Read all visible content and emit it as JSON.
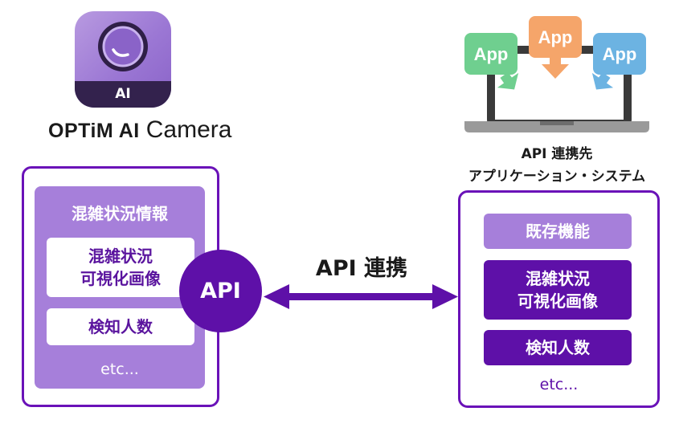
{
  "left": {
    "app_icon_label": "AI",
    "brand_name": "OPTiM AI",
    "brand_suffix": "Camera",
    "panel_title": "混雑状況情報",
    "item1_line1": "混雑状況",
    "item1_line2": "可視化画像",
    "item2": "検知人数",
    "etc": "etc..."
  },
  "center": {
    "api_label": "API",
    "link_label": "API 連携"
  },
  "right": {
    "app_labels": [
      "App",
      "App",
      "App"
    ],
    "app_colors": [
      "#6fcf8f",
      "#f5a56a",
      "#6cb3e2"
    ],
    "dest_line1": "API 連携先",
    "dest_line2": "アプリケーション・システム",
    "item1": "既存機能",
    "item2_line1": "混雑状況",
    "item2_line2": "可視化画像",
    "item3": "検知人数",
    "etc": "etc..."
  },
  "colors": {
    "primary_purple": "#5e10a8",
    "light_purple": "#a67fda",
    "border_purple": "#6a12b8"
  }
}
